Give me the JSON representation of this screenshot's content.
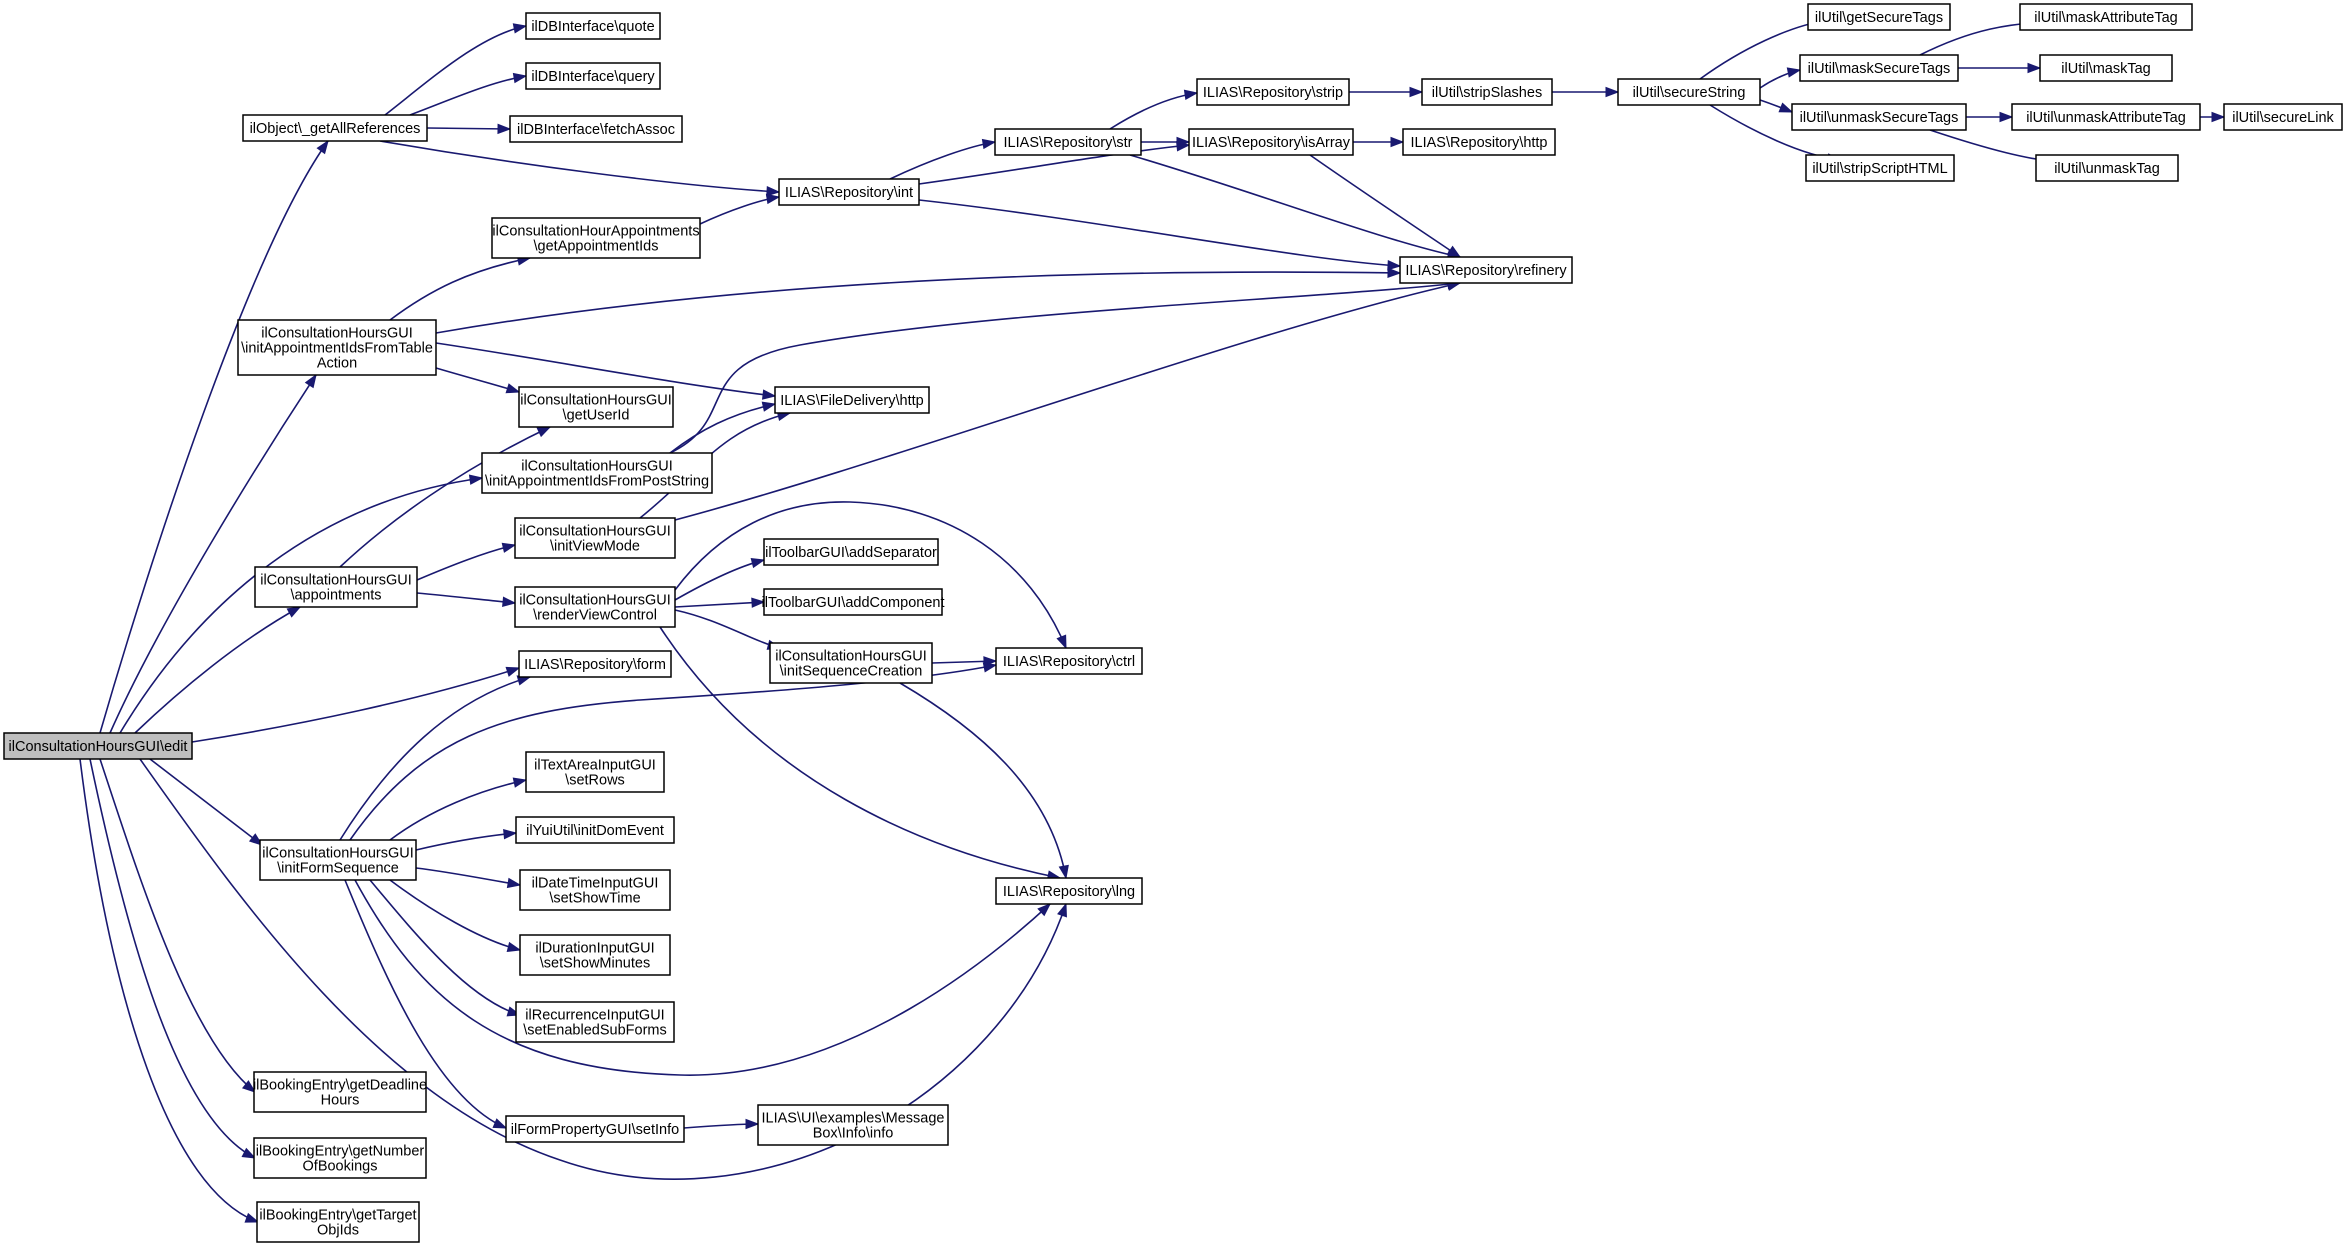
{
  "diagram": {
    "title": "",
    "edge_color": "#191970",
    "root_fill": "#bfbfbf",
    "nodes": [
      {
        "id": "edit",
        "lines": [
          "ilConsultationHoursGUI\\edit"
        ],
        "root": true
      },
      {
        "id": "getAllRefs",
        "lines": [
          "ilObject\\_getAllReferences"
        ]
      },
      {
        "id": "quote",
        "lines": [
          "ilDBInterface\\quote"
        ]
      },
      {
        "id": "query",
        "lines": [
          "ilDBInterface\\query"
        ]
      },
      {
        "id": "fetchAssoc",
        "lines": [
          "ilDBInterface\\fetchAssoc"
        ]
      },
      {
        "id": "repoInt",
        "lines": [
          "ILIAS\\Repository\\int"
        ]
      },
      {
        "id": "repoStr",
        "lines": [
          "ILIAS\\Repository\\str"
        ]
      },
      {
        "id": "repoStrip",
        "lines": [
          "ILIAS\\Repository\\strip"
        ]
      },
      {
        "id": "repoIsArray",
        "lines": [
          "ILIAS\\Repository\\isArray"
        ]
      },
      {
        "id": "repoHttp",
        "lines": [
          "ILIAS\\Repository\\http"
        ]
      },
      {
        "id": "stripSlashes",
        "lines": [
          "ilUtil\\stripSlashes"
        ]
      },
      {
        "id": "secureString",
        "lines": [
          "ilUtil\\secureString"
        ]
      },
      {
        "id": "getSecureTags",
        "lines": [
          "ilUtil\\getSecureTags"
        ]
      },
      {
        "id": "maskSecureTags",
        "lines": [
          "ilUtil\\maskSecureTags"
        ]
      },
      {
        "id": "unmaskSecureTags",
        "lines": [
          "ilUtil\\unmaskSecureTags"
        ]
      },
      {
        "id": "stripScriptHTML",
        "lines": [
          "ilUtil\\stripScriptHTML"
        ]
      },
      {
        "id": "maskAttributeTag",
        "lines": [
          "ilUtil\\maskAttributeTag"
        ]
      },
      {
        "id": "maskTag",
        "lines": [
          "ilUtil\\maskTag"
        ]
      },
      {
        "id": "unmaskAttributeTag",
        "lines": [
          "ilUtil\\unmaskAttributeTag"
        ]
      },
      {
        "id": "unmaskTag",
        "lines": [
          "ilUtil\\unmaskTag"
        ]
      },
      {
        "id": "secureLink",
        "lines": [
          "ilUtil\\secureLink"
        ]
      },
      {
        "id": "repoRefinery",
        "lines": [
          "ILIAS\\Repository\\refinery"
        ]
      },
      {
        "id": "getAppIds",
        "lines": [
          "ilConsultationHourAppointments",
          "\\getAppointmentIds"
        ]
      },
      {
        "id": "initAppTable",
        "lines": [
          "ilConsultationHoursGUI",
          "\\initAppointmentIdsFromTable",
          "Action"
        ]
      },
      {
        "id": "getUserId",
        "lines": [
          "ilConsultationHoursGUI",
          "\\getUserId"
        ]
      },
      {
        "id": "fileHttp",
        "lines": [
          "ILIAS\\FileDelivery\\http"
        ]
      },
      {
        "id": "initAppPost",
        "lines": [
          "ilConsultationHoursGUI",
          "\\initAppointmentIdsFromPostString"
        ]
      },
      {
        "id": "initViewMode",
        "lines": [
          "ilConsultationHoursGUI",
          "\\initViewMode"
        ]
      },
      {
        "id": "appointments",
        "lines": [
          "ilConsultationHoursGUI",
          "\\appointments"
        ]
      },
      {
        "id": "renderViewControl",
        "lines": [
          "ilConsultationHoursGUI",
          "\\renderViewControl"
        ]
      },
      {
        "id": "addSeparator",
        "lines": [
          "ilToolbarGUI\\addSeparator"
        ]
      },
      {
        "id": "addComponent",
        "lines": [
          "ilToolbarGUI\\addComponent"
        ]
      },
      {
        "id": "initSeqCreation",
        "lines": [
          "ilConsultationHoursGUI",
          "\\initSequenceCreation"
        ]
      },
      {
        "id": "repoCtrl",
        "lines": [
          "ILIAS\\Repository\\ctrl"
        ]
      },
      {
        "id": "repoForm",
        "lines": [
          "ILIAS\\Repository\\form"
        ]
      },
      {
        "id": "setRows",
        "lines": [
          "ilTextAreaInputGUI",
          "\\setRows"
        ]
      },
      {
        "id": "initDomEvent",
        "lines": [
          "ilYuiUtil\\initDomEvent"
        ]
      },
      {
        "id": "initFormSeq",
        "lines": [
          "ilConsultationHoursGUI",
          "\\initFormSequence"
        ]
      },
      {
        "id": "setShowTime",
        "lines": [
          "ilDateTimeInputGUI",
          "\\setShowTime"
        ]
      },
      {
        "id": "setShowMinutes",
        "lines": [
          "ilDurationInputGUI",
          "\\setShowMinutes"
        ]
      },
      {
        "id": "setEnabledSubForms",
        "lines": [
          "ilRecurrenceInputGUI",
          "\\setEnabledSubForms"
        ]
      },
      {
        "id": "repoLng",
        "lines": [
          "ILIAS\\Repository\\lng"
        ]
      },
      {
        "id": "setInfo",
        "lines": [
          "ilFormPropertyGUI\\setInfo"
        ]
      },
      {
        "id": "msgInfo",
        "lines": [
          "ILIAS\\UI\\examples\\Message",
          "Box\\Info\\info"
        ]
      },
      {
        "id": "deadlineHours",
        "lines": [
          "ilBookingEntry\\getDeadline",
          "Hours"
        ]
      },
      {
        "id": "numBookings",
        "lines": [
          "ilBookingEntry\\getNumber",
          "OfBookings"
        ]
      },
      {
        "id": "targetObjIds",
        "lines": [
          "ilBookingEntry\\getTarget",
          "ObjIds"
        ]
      }
    ],
    "edges": [
      [
        "edit",
        "getAllRefs"
      ],
      [
        "edit",
        "initAppTable"
      ],
      [
        "edit",
        "initAppPost"
      ],
      [
        "edit",
        "appointments"
      ],
      [
        "edit",
        "repoForm"
      ],
      [
        "edit",
        "initFormSeq"
      ],
      [
        "edit",
        "repoLng"
      ],
      [
        "edit",
        "deadlineHours"
      ],
      [
        "edit",
        "numBookings"
      ],
      [
        "edit",
        "targetObjIds"
      ],
      [
        "getAllRefs",
        "quote"
      ],
      [
        "getAllRefs",
        "query"
      ],
      [
        "getAllRefs",
        "fetchAssoc"
      ],
      [
        "getAllRefs",
        "repoInt"
      ],
      [
        "repoInt",
        "repoStr"
      ],
      [
        "repoInt",
        "repoIsArray"
      ],
      [
        "repoInt",
        "repoRefinery"
      ],
      [
        "repoStr",
        "repoStrip"
      ],
      [
        "repoStr",
        "repoIsArray"
      ],
      [
        "repoStr",
        "repoRefinery"
      ],
      [
        "repoStrip",
        "stripSlashes"
      ],
      [
        "stripSlashes",
        "secureString"
      ],
      [
        "repoIsArray",
        "repoHttp"
      ],
      [
        "repoIsArray",
        "repoRefinery"
      ],
      [
        "secureString",
        "getSecureTags"
      ],
      [
        "secureString",
        "maskSecureTags"
      ],
      [
        "secureString",
        "unmaskSecureTags"
      ],
      [
        "secureString",
        "stripScriptHTML"
      ],
      [
        "maskSecureTags",
        "maskAttributeTag"
      ],
      [
        "maskSecureTags",
        "maskTag"
      ],
      [
        "unmaskSecureTags",
        "unmaskAttributeTag"
      ],
      [
        "unmaskSecureTags",
        "unmaskTag"
      ],
      [
        "unmaskAttributeTag",
        "secureLink"
      ],
      [
        "getAppIds",
        "repoInt"
      ],
      [
        "initAppTable",
        "getAppIds"
      ],
      [
        "initAppTable",
        "repoRefinery"
      ],
      [
        "initAppTable",
        "getUserId"
      ],
      [
        "initAppTable",
        "fileHttp"
      ],
      [
        "initAppPost",
        "fileHttp"
      ],
      [
        "initAppPost",
        "repoRefinery"
      ],
      [
        "initViewMode",
        "fileHttp"
      ],
      [
        "initViewMode",
        "repoRefinery"
      ],
      [
        "appointments",
        "getUserId"
      ],
      [
        "appointments",
        "initViewMode"
      ],
      [
        "appointments",
        "renderViewControl"
      ],
      [
        "renderViewControl",
        "addSeparator"
      ],
      [
        "renderViewControl",
        "addComponent"
      ],
      [
        "renderViewControl",
        "initSeqCreation"
      ],
      [
        "renderViewControl",
        "repoCtrl"
      ],
      [
        "renderViewControl",
        "repoLng"
      ],
      [
        "initSeqCreation",
        "repoCtrl"
      ],
      [
        "initSeqCreation",
        "repoLng"
      ],
      [
        "initFormSeq",
        "repoForm"
      ],
      [
        "initFormSeq",
        "repoCtrl"
      ],
      [
        "initFormSeq",
        "setRows"
      ],
      [
        "initFormSeq",
        "initDomEvent"
      ],
      [
        "initFormSeq",
        "setShowTime"
      ],
      [
        "initFormSeq",
        "setShowMinutes"
      ],
      [
        "initFormSeq",
        "setEnabledSubForms"
      ],
      [
        "initFormSeq",
        "repoLng"
      ],
      [
        "initFormSeq",
        "setInfo"
      ],
      [
        "setInfo",
        "msgInfo"
      ]
    ]
  }
}
